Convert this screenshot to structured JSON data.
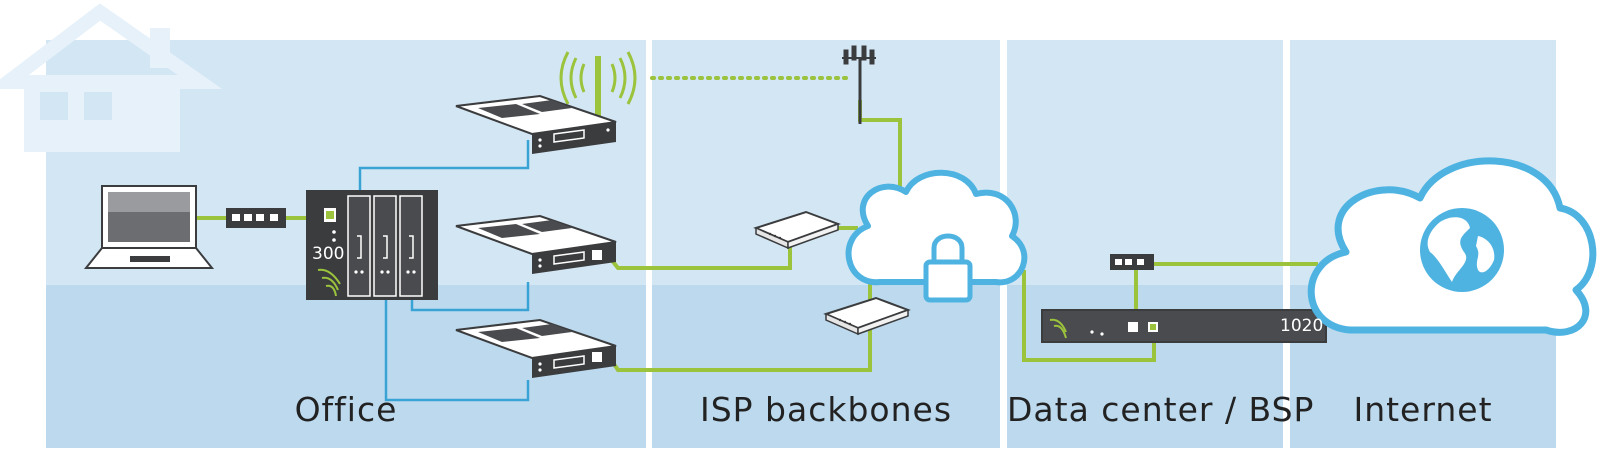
{
  "zones": {
    "office": "Office",
    "isp": "ISP backbones",
    "datacenter": "Data center / BSP",
    "internet": "Internet"
  },
  "devices": {
    "office_appliance_model": "300",
    "datacenter_appliance_model": "1020"
  },
  "colors": {
    "zone_fill_light": "#d3e6f4",
    "zone_fill_dark": "#bcd9ee",
    "house": "#e6f1fa",
    "link_green": "#9bc33c",
    "link_blue": "#3aa3d6",
    "cloud_outline": "#4fb3e2",
    "device_dark": "#3b3c3e",
    "device_panel": "#5a5b5e"
  },
  "icons": [
    "house-icon",
    "laptop-icon",
    "switch-icon",
    "antenna-tower-icon",
    "cloud-icon",
    "padlock-icon",
    "globe-icon",
    "modem-icon",
    "wireless-signal-icon"
  ]
}
